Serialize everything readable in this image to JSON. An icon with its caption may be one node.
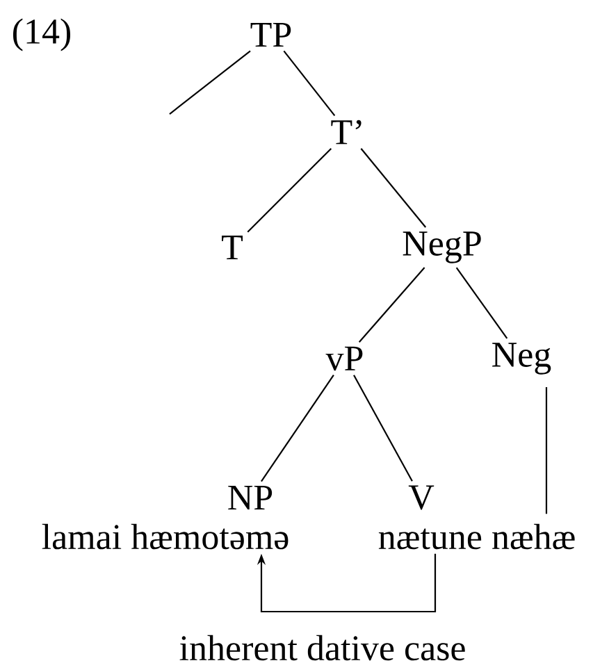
{
  "diagram": {
    "nodes": [
      {
        "text": [
          "TP"
        ]
      },
      {
        "text": [
          "T’"
        ]
      },
      {
        "text": [
          "T"
        ]
      },
      {
        "text": [
          "NegP"
        ]
      },
      {
        "text": [
          "vP"
        ]
      },
      {
        "text": [
          "Neg"
        ]
      },
      {
        "text": [
          "NP"
        ]
      },
      {
        "text": [
          "V"
        ]
      },
      {
        "text": [
          "lamai hæmotəmə"
        ]
      },
      {
        "text": [
          "nætune næhæ"
        ]
      }
    ],
    "edges": [
      {
        "from": 0,
        "to": null,
        "arrow": "none"
      },
      {
        "from": 0,
        "to": 1,
        "arrow": "none"
      },
      {
        "from": 1,
        "to": 2,
        "arrow": "none"
      },
      {
        "from": 1,
        "to": 3,
        "arrow": "none"
      },
      {
        "from": 3,
        "to": 4,
        "arrow": "none"
      },
      {
        "from": 3,
        "to": 5,
        "arrow": "none"
      },
      {
        "from": 4,
        "to": 6,
        "arrow": "none"
      },
      {
        "from": 4,
        "to": 7,
        "arrow": "none"
      },
      {
        "from": 5,
        "to": 9,
        "arrow": "none"
      },
      {
        "from": 9,
        "to": 8,
        "arrow": "to",
        "label": "inherent dative case"
      }
    ],
    "labels": [
      "(14)"
    ]
  }
}
